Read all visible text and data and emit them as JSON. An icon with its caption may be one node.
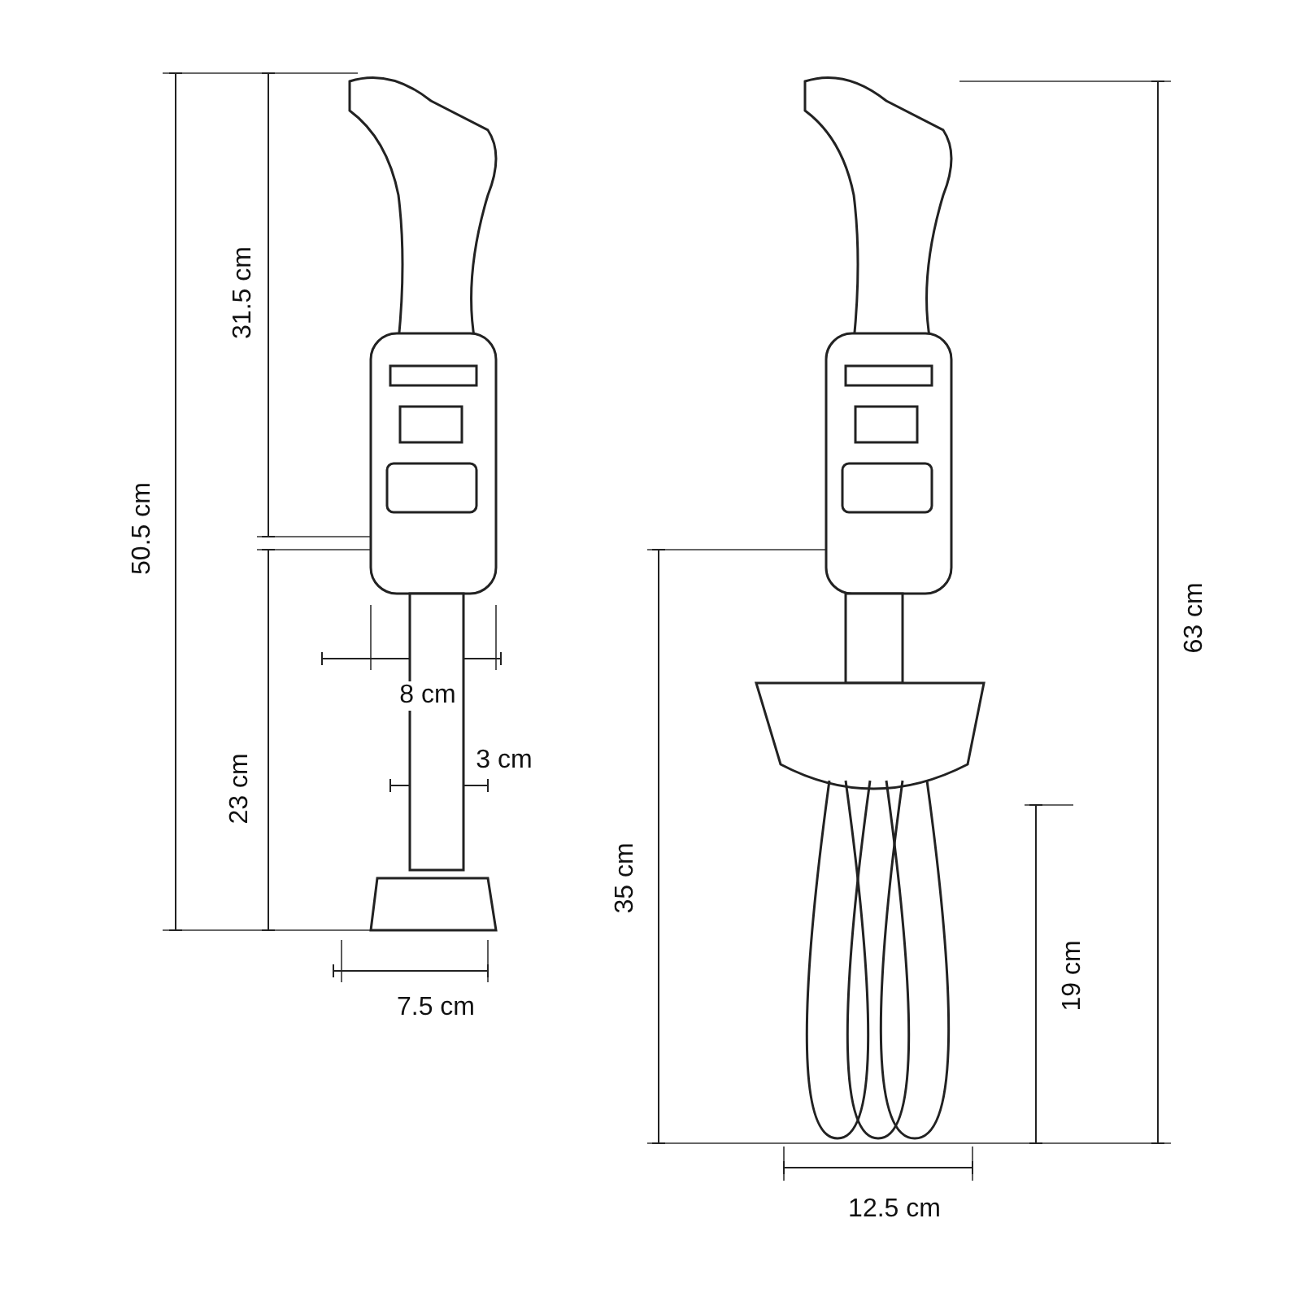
{
  "diagram": {
    "labels": [
      "31.5 cm",
      "50.5 cm",
      "8 cm",
      "3 cm",
      "23 cm",
      "7.5 cm",
      "63 cm",
      "35 cm",
      "19 cm",
      "12.5 cm"
    ]
  }
}
